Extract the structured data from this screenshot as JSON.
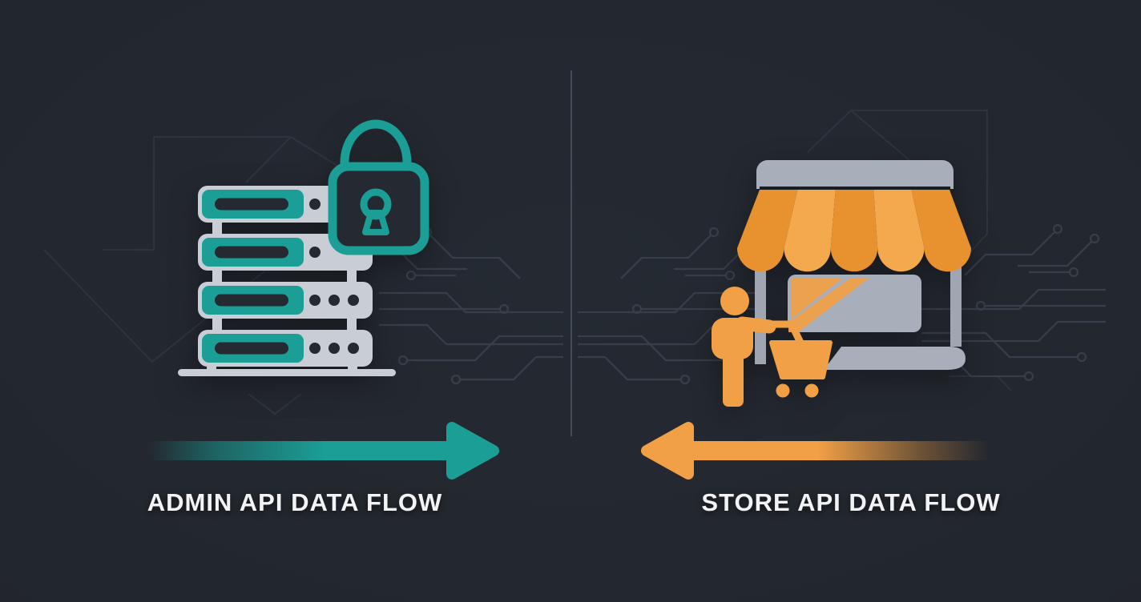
{
  "panels": {
    "admin": {
      "label": "ADMIN API DATA FLOW",
      "icon": "secure-server-with-padlock",
      "arrow_direction": "right",
      "accent": "#1A9E96"
    },
    "store": {
      "label": "STORE API DATA FLOW",
      "icon": "storefront-with-shopper-cart",
      "arrow_direction": "left",
      "accent": "#F2A045"
    }
  },
  "colors": {
    "accent_admin": "#1A9E96",
    "accent_store": "#F2A045",
    "background": "#22262D",
    "divider": "#4E5763",
    "server_gray": "#C9CDD5",
    "store_gray": "#A9AFBA",
    "dark_slot": "#252A32",
    "trace": "#3A414C",
    "awning_dark": "#E8922F",
    "awning_light": "#F4A94C",
    "label_text": "#F2F3F5"
  }
}
